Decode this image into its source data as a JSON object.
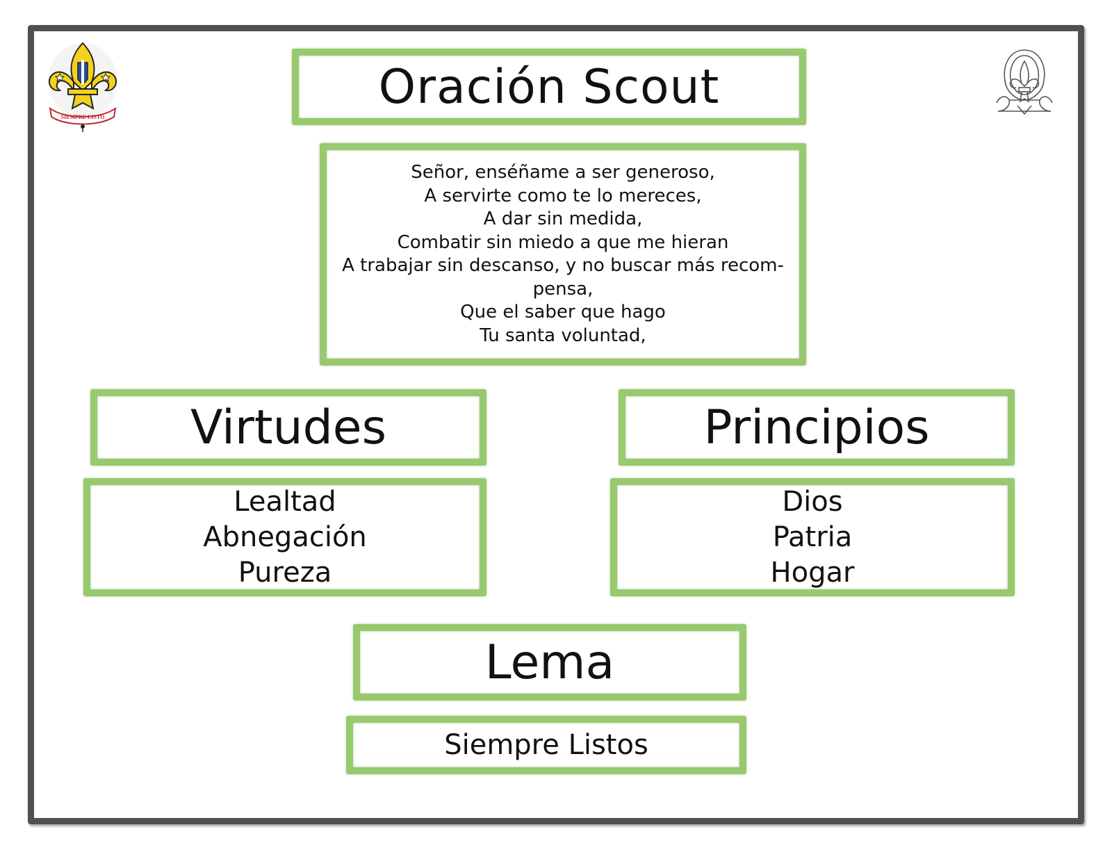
{
  "title": "Oración Scout",
  "prayer": {
    "lines": [
      "Señor, enséñame a ser generoso,",
      "A servirte como te lo mereces,",
      "A dar sin medida,",
      "Combatir sin miedo a que me hieran",
      "A trabajar sin descanso, y no buscar más recom-",
      "pensa,",
      "Que el saber que hago",
      "Tu santa voluntad,"
    ]
  },
  "virtudes": {
    "heading": "Virtudes",
    "items": [
      "Lealtad",
      "Abnegación",
      "Pureza"
    ]
  },
  "principios": {
    "heading": "Principios",
    "items": [
      "Dios",
      "Patria",
      "Hogar"
    ]
  },
  "lema": {
    "heading": "Lema",
    "value": "Siempre Listos"
  },
  "logos": {
    "left": {
      "icon": "scout-fleur-de-lis-emblem-icon",
      "ribbon_text": "SIEMPRE LISTO"
    },
    "right": {
      "icon": "guide-scout-outline-emblem-icon"
    }
  },
  "colors": {
    "box_border": "#99c96e",
    "frame": "#505050",
    "emblem_gold": "#f2d21c",
    "emblem_blue": "#2a4fa0",
    "emblem_red": "#c0282d"
  }
}
